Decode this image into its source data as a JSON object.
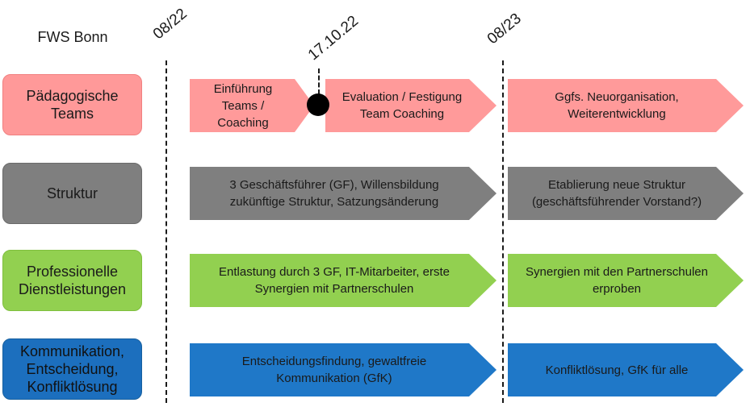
{
  "header": {
    "title": "FWS Bonn",
    "dates": [
      "08/22",
      "17.10.22",
      "08/23"
    ]
  },
  "colors": {
    "pink": "#ff9a9a",
    "pink_label": "#ff9999",
    "gray": "#7f7f7f",
    "green": "#92d050",
    "blue": "#1f78c8",
    "blue_label": "#1c6fbe"
  },
  "rows": [
    {
      "label": "Pädagogische\nTeams",
      "arrows": [
        "Einführung\nTeams /\nCoaching",
        "Evaluation / Festigung\nTeam Coaching",
        "Ggfs. Neuorganisation,\nWeiterentwicklung"
      ]
    },
    {
      "label": "Struktur",
      "arrows": [
        "3 Geschäftsführer (GF), Willensbildung\nzukünftige Struktur, Satzungsänderung",
        "Etablierung neue Struktur\n(geschäftsführender Vorstand?)"
      ]
    },
    {
      "label": "Professionelle\nDienstleistungen",
      "arrows": [
        "Entlastung durch 3 GF, IT-Mitarbeiter, erste\nSynergien mit Partnerschulen",
        "Synergien mit den Partnerschulen\nerproben"
      ]
    },
    {
      "label": "Kommunikation,\nEntscheidung,\nKonfliktlösung",
      "arrows": [
        "Entscheidungsfindung, gewaltfreie\nKommunikation (GfK)",
        "Konfliktlösung, GfK für alle"
      ]
    }
  ]
}
